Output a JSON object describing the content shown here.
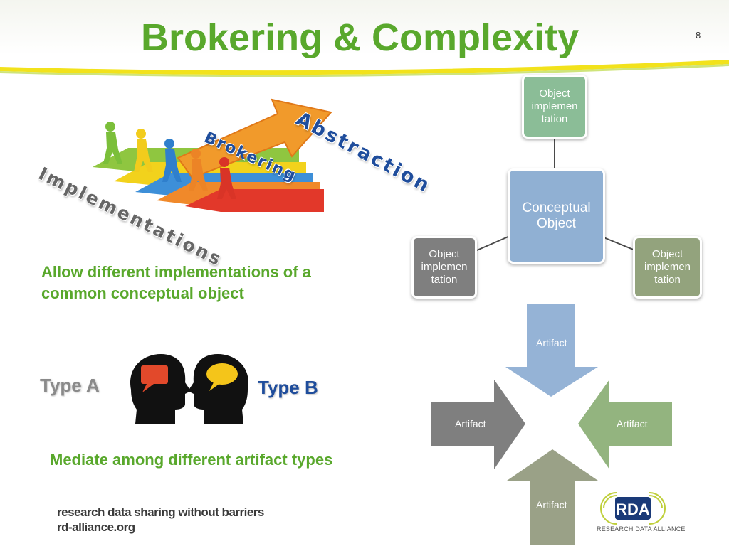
{
  "slide": {
    "title": "Brokering & Complexity",
    "page_number": "8"
  },
  "word_art": {
    "abstraction": "Abstraction",
    "brokering": "Brokering",
    "implementations": "Implementations"
  },
  "left_panel": {
    "allow_text": "Allow different implementations of a common conceptual object",
    "type_a": "Type A",
    "type_b": "Type B",
    "mediate_text": "Mediate among different artifact types"
  },
  "concept_diagram": {
    "center": "Conceptual Object",
    "top": "Object implemen tation",
    "left": "Object implemen tation",
    "right": "Object implemen tation"
  },
  "artifact_arrows": {
    "top": "Artifact",
    "left": "Artifact",
    "right": "Artifact",
    "bottom": "Artifact"
  },
  "footer": {
    "tagline": "research data sharing without barriers",
    "url": "rd-alliance.org",
    "logo_text": "RDA",
    "logo_caption": "RESEARCH DATA ALLIANCE"
  },
  "colors": {
    "title_green": "#59a82c",
    "blue": "#1f4d9c",
    "box_green": "#8bbd97",
    "box_blue": "#90b0d3",
    "box_gray": "#7f7f7f",
    "box_olive": "#93a37d"
  }
}
